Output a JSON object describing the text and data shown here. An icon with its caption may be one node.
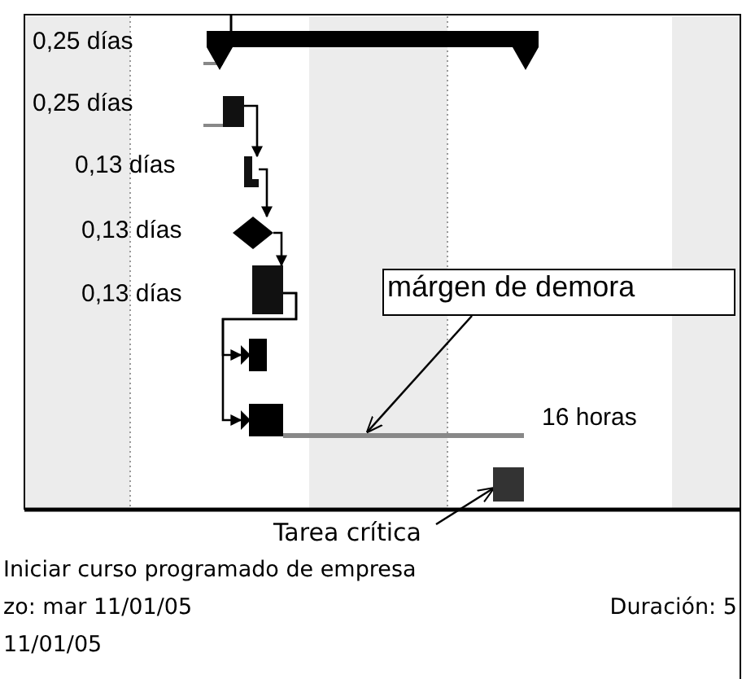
{
  "diagram": {
    "nodes": [
      {
        "text": [],
        "shape": "bar",
        "beside": [
          "0,25 días"
        ]
      },
      {
        "text": [],
        "shape": "bar",
        "beside": [
          "0,25 días"
        ]
      },
      {
        "text": [],
        "shape": "bar",
        "beside": [
          "0,13 días"
        ]
      },
      {
        "text": [],
        "shape": "diamond",
        "beside": [
          "0,13 días"
        ]
      },
      {
        "text": [],
        "shape": "bar",
        "beside": [
          "0,13 días"
        ]
      },
      {
        "text": [],
        "shape": "bar"
      },
      {
        "text": [],
        "shape": "bar"
      },
      {
        "text": [],
        "shape": "bar"
      },
      {
        "text": [
          "márgen de demora"
        ]
      },
      {
        "text": [
          "Tarea crítica"
        ]
      },
      {
        "text": [],
        "shape": "line",
        "beside": [
          "16 horas"
        ]
      }
    ],
    "edges": [
      {
        "from": 1,
        "to": 2,
        "arrow": "to"
      },
      {
        "from": 2,
        "to": 3,
        "arrow": "to"
      },
      {
        "from": 3,
        "to": 4,
        "arrow": "to"
      },
      {
        "from": 4,
        "to": 5,
        "arrow": "to"
      },
      {
        "from": 4,
        "to": 6,
        "arrow": "to"
      },
      {
        "from": 8,
        "to": 10,
        "arrow": "to"
      },
      {
        "from": 9,
        "to": 7,
        "arrow": "to"
      }
    ],
    "labels": [
      "Iniciar curso programado de empresa",
      "zo: mar 11/01/05",
      "Duración: 5",
      "11/01/05"
    ]
  }
}
